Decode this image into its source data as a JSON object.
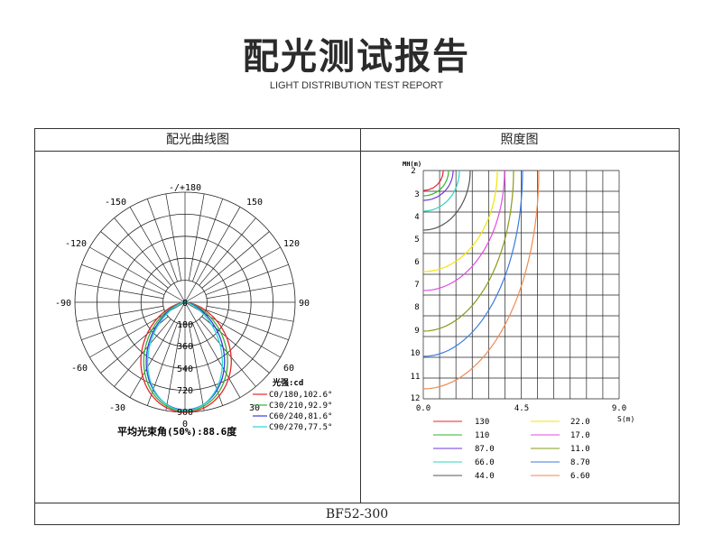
{
  "header": {
    "title": "配光测试报告",
    "subtitle": "LIGHT DISTRIBUTION TEST REPORT"
  },
  "panels": {
    "left_title": "配光曲线图",
    "right_title": "照度图",
    "footer_model": "BF52-300"
  },
  "polar": {
    "angle_labels": [
      "-/+180",
      "-150",
      "150",
      "-120",
      "120",
      "-90",
      "90",
      "-60",
      "60",
      "-30",
      "30",
      "0"
    ],
    "radial_labels": [
      "0",
      "180",
      "360",
      "540",
      "720",
      "900"
    ],
    "legend_title": "光强:cd",
    "curves": [
      {
        "label": "C0/180,102.6°",
        "color": "#e8232a"
      },
      {
        "label": "C30/210,92.9°",
        "color": "#33b233"
      },
      {
        "label": "C60/240,81.6°",
        "color": "#3a3adb"
      },
      {
        "label": "C90/270,77.5°",
        "color": "#2ad6d6"
      }
    ],
    "beam_angle_text": "平均光束角(50%):88.6度"
  },
  "illuminance": {
    "y_axis_label": "MH(m)",
    "x_axis_label": "S(m)",
    "y_ticks": [
      "2",
      "3",
      "4",
      "5",
      "6",
      "7",
      "8",
      "9",
      "10",
      "11",
      "12"
    ],
    "x_ticks": [
      "0.0",
      "4.5",
      "9.0"
    ],
    "legend": [
      {
        "value": "130",
        "color": "#e8232a"
      },
      {
        "value": "22.0",
        "color": "#f2e600"
      },
      {
        "value": "110",
        "color": "#33b233"
      },
      {
        "value": "17.0",
        "color": "#e54ae5"
      },
      {
        "value": "87.0",
        "color": "#6b3adb"
      },
      {
        "value": "11.0",
        "color": "#8a9a1a"
      },
      {
        "value": "66.0",
        "color": "#2ad6c6"
      },
      {
        "value": "8.70",
        "color": "#3a7ae0"
      },
      {
        "value": "44.0",
        "color": "#555555"
      },
      {
        "value": "6.60",
        "color": "#f08a50"
      }
    ]
  }
}
